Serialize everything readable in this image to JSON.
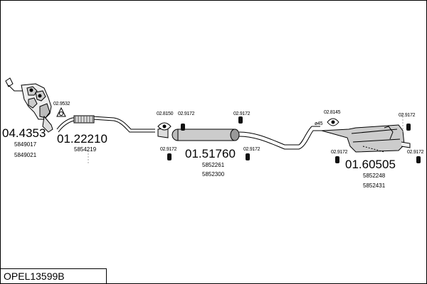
{
  "drawing_code": "OPEL13599B",
  "parts": {
    "manifold": {
      "number": "04.4353",
      "refs": [
        "5849017",
        "5849021"
      ]
    },
    "front_pipe": {
      "number": "01.22210",
      "refs": [
        "5854219"
      ]
    },
    "centre_silencer": {
      "number": "01.51760",
      "refs": [
        "5852261",
        "5852300"
      ]
    },
    "rear_silencer": {
      "number": "01.60505",
      "refs": [
        "5852248",
        "5852431"
      ]
    }
  },
  "fittings": {
    "gasket_front": "02.9532",
    "ring_centre": "02.8150",
    "clamp_centre_left": "02.9172",
    "clamp_centre_right": "02.9172",
    "clamp_centre_low_left": "02.9172",
    "clamp_centre_low_right": "02.9172",
    "ring_rear": "02.8145",
    "clamp_rear_top": "02.9172",
    "clamp_rear_low_left": "02.9172",
    "clamp_rear_low_right": "02.9172"
  },
  "pipe_diameter": "ø45"
}
